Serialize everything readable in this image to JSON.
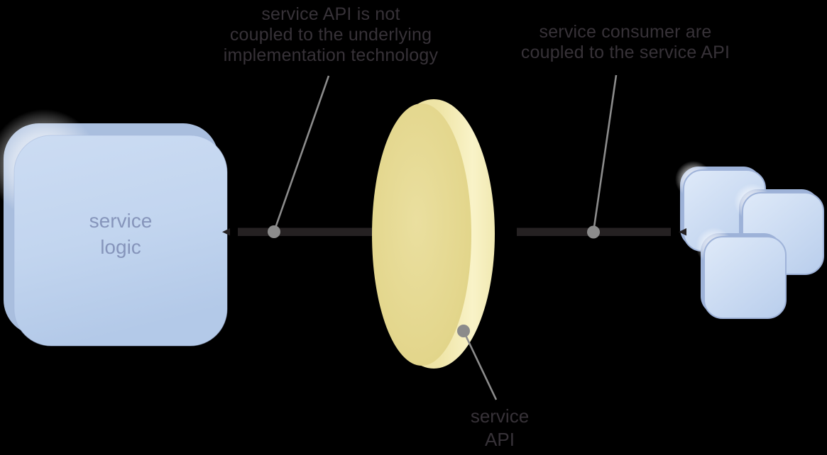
{
  "notes": {
    "api_decoupled": {
      "lines": [
        "service API is not",
        "coupled to the underlying",
        "implementation technology"
      ]
    },
    "consumer_coupled": {
      "lines": [
        "service consumer are",
        "coupled to the service API"
      ]
    }
  },
  "shapes": {
    "service_logic_box": {
      "label_lines": [
        "service",
        "logic"
      ]
    },
    "service_api_ellipse": {
      "label_lines": [
        "service",
        "API"
      ]
    },
    "consumer_boxes": {
      "count": 3
    }
  },
  "colors": {
    "background": "#000000",
    "note_text": "#373238",
    "logic_label_text": "#8695bb",
    "square_front_fill": "#c3d6f0",
    "square_back_fill": "#a9bede",
    "ellipse_face_fill": "#e4d78e",
    "ellipse_rim_fill": "#f8f2c6",
    "connector_bar": "#252122",
    "leader_line": "#8c8c8c",
    "consumer_front_fill": "#cfdef4",
    "consumer_back_fill": "#9db2d8"
  }
}
